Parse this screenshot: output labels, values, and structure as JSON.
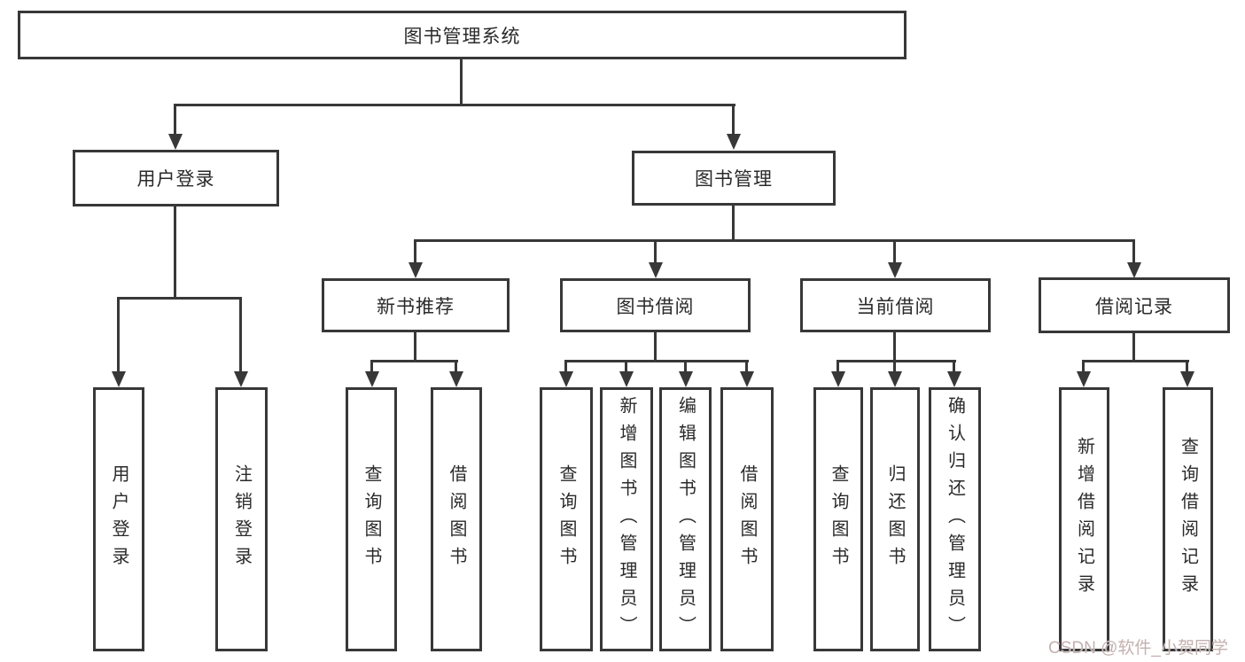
{
  "diagram_title": "图书管理系统",
  "tree": {
    "label": "图书管理系统",
    "children": [
      {
        "label": "用户登录",
        "children": [
          {
            "label": "用户登录"
          },
          {
            "label": "注销登录"
          }
        ]
      },
      {
        "label": "图书管理",
        "children": [
          {
            "label": "新书推荐",
            "children": [
              {
                "label": "查询图书"
              },
              {
                "label": "借阅图书"
              }
            ]
          },
          {
            "label": "图书借阅",
            "children": [
              {
                "label": "查询图书"
              },
              {
                "label": "新增图书（管理员）"
              },
              {
                "label": "编辑图书（管理员）"
              },
              {
                "label": "借阅图书"
              }
            ]
          },
          {
            "label": "当前借阅",
            "children": [
              {
                "label": "查询图书"
              },
              {
                "label": "归还图书"
              },
              {
                "label": "确认归还（管理员）"
              }
            ]
          },
          {
            "label": "借阅记录",
            "children": [
              {
                "label": "新增借阅记录"
              },
              {
                "label": "查询借阅记录"
              }
            ]
          }
        ]
      }
    ]
  },
  "watermark": {
    "text": "CSDN @软件_小贺同学"
  },
  "colors": {
    "line": "#383838",
    "box_border": "#383838",
    "text": "#2a2a2a",
    "background": "#ffffff",
    "watermark": "#c3b1af"
  }
}
